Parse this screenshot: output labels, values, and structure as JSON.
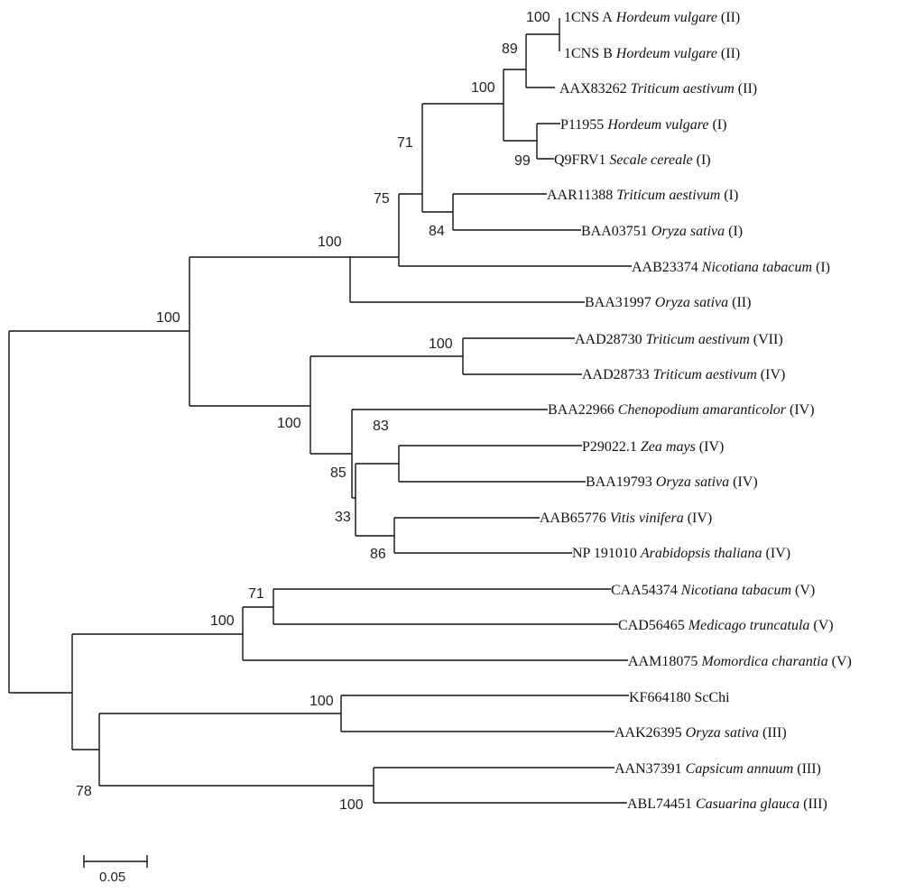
{
  "tree": {
    "leaves": [
      {
        "acc": "1CNS A",
        "species": "Hordeum vulgare",
        "cls": "(II)"
      },
      {
        "acc": "1CNS B",
        "species": "Hordeum vulgare",
        "cls": "(II)"
      },
      {
        "acc": "AAX83262",
        "species": "Triticum aestivum",
        "cls": "(II)"
      },
      {
        "acc": "P11955",
        "species": "Hordeum vulgare",
        "cls": "(I)"
      },
      {
        "acc": "Q9FRV1",
        "species": "Secale cereale",
        "cls": "(I)"
      },
      {
        "acc": "AAR11388",
        "species": "Triticum aestivum",
        "cls": "(I)"
      },
      {
        "acc": "BAA03751",
        "species": "Oryza sativa",
        "cls": "(I)"
      },
      {
        "acc": "AAB23374",
        "species": "Nicotiana tabacum",
        "cls": "(I)"
      },
      {
        "acc": "BAA31997",
        "species": "Oryza sativa",
        "cls": "(II)"
      },
      {
        "acc": "AAD28730",
        "species": "Triticum aestivum",
        "cls": "(VII)"
      },
      {
        "acc": "AAD28733",
        "species": "Triticum aestivum",
        "cls": "(IV)"
      },
      {
        "acc": "BAA22966",
        "species": "Chenopodium amaranticolor",
        "cls": "(IV)"
      },
      {
        "acc": "P29022.1",
        "species": "Zea mays",
        "cls": "(IV)"
      },
      {
        "acc": "BAA19793",
        "species": "Oryza sativa",
        "cls": "(IV)"
      },
      {
        "acc": "AAB65776",
        "species": "Vitis vinifera",
        "cls": "(IV)"
      },
      {
        "acc": "NP 191010",
        "species": "Arabidopsis thaliana",
        "cls": "(IV)"
      },
      {
        "acc": "CAA54374",
        "species": "Nicotiana tabacum",
        "cls": "(V)"
      },
      {
        "acc": "CAD56465",
        "species": "Medicago truncatula",
        "cls": "(V)"
      },
      {
        "acc": "AAM18075",
        "species": "Momordica charantia",
        "cls": "(V)"
      },
      {
        "acc": "KF664180 ScChi",
        "species": "",
        "cls": ""
      },
      {
        "acc": "AAK26395",
        "species": "Oryza sativa",
        "cls": "(III)"
      },
      {
        "acc": "AAN37391",
        "species": "Capsicum annuum",
        "cls": "(III)"
      },
      {
        "acc": "ABL74451",
        "species": "Casuarina glauca",
        "cls": "(III)"
      }
    ],
    "bootstrap": [
      "100",
      "89",
      "100",
      "99",
      "71",
      "84",
      "75",
      "100",
      "100",
      "100",
      "100",
      "85",
      "83",
      "33",
      "86",
      "71",
      "100",
      "100",
      "78",
      "100"
    ],
    "scale_bar": {
      "label": "0.05"
    }
  }
}
